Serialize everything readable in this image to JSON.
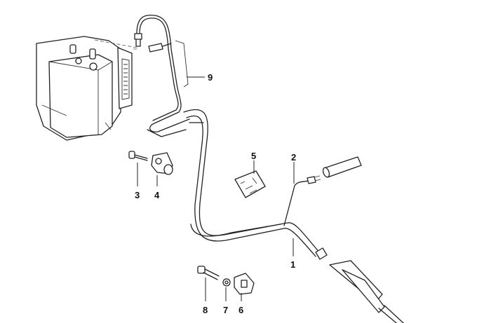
{
  "diagram": {
    "title": "Brake line / ABS hydraulic unit parts diagram",
    "callouts": [
      {
        "id": "1",
        "label": "1"
      },
      {
        "id": "2",
        "label": "2"
      },
      {
        "id": "3",
        "label": "3"
      },
      {
        "id": "4",
        "label": "4"
      },
      {
        "id": "5",
        "label": "5"
      },
      {
        "id": "6",
        "label": "6"
      },
      {
        "id": "7",
        "label": "7"
      },
      {
        "id": "8",
        "label": "8"
      },
      {
        "id": "9",
        "label": "9"
      }
    ],
    "line_color": "#222222",
    "background": "#ffffff"
  }
}
